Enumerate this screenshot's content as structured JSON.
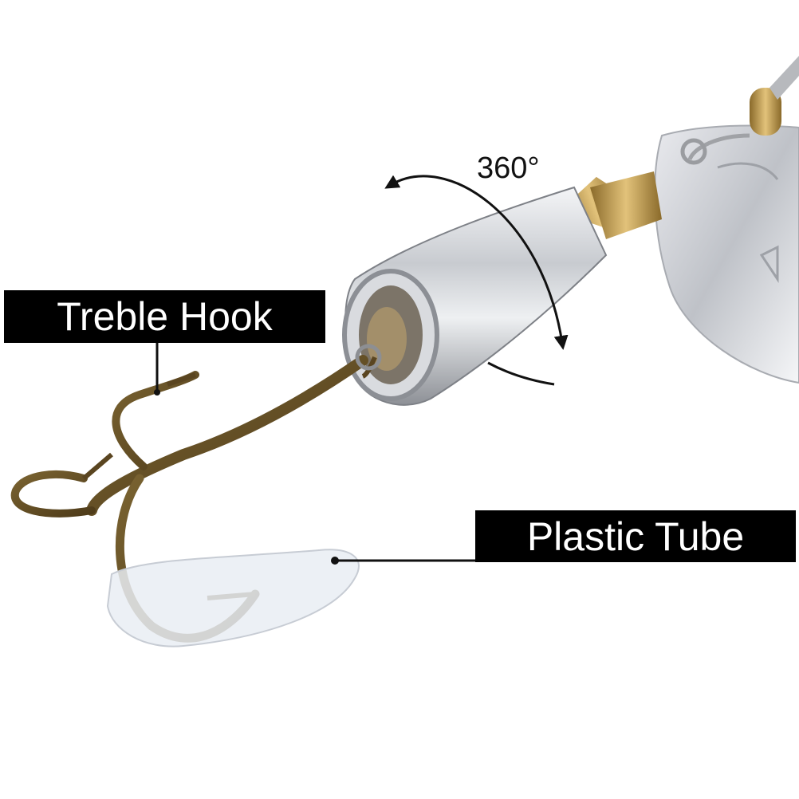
{
  "callouts": {
    "treble_hook": "Treble Hook",
    "plastic_tube": "Plastic Tube",
    "rotation": "360°"
  },
  "colors": {
    "label_background": "#000000",
    "label_text": "#ffffff",
    "hook_bronze": "#6b5326",
    "metal_silver": "#c9ccd1",
    "brass": "#c9a24a"
  }
}
